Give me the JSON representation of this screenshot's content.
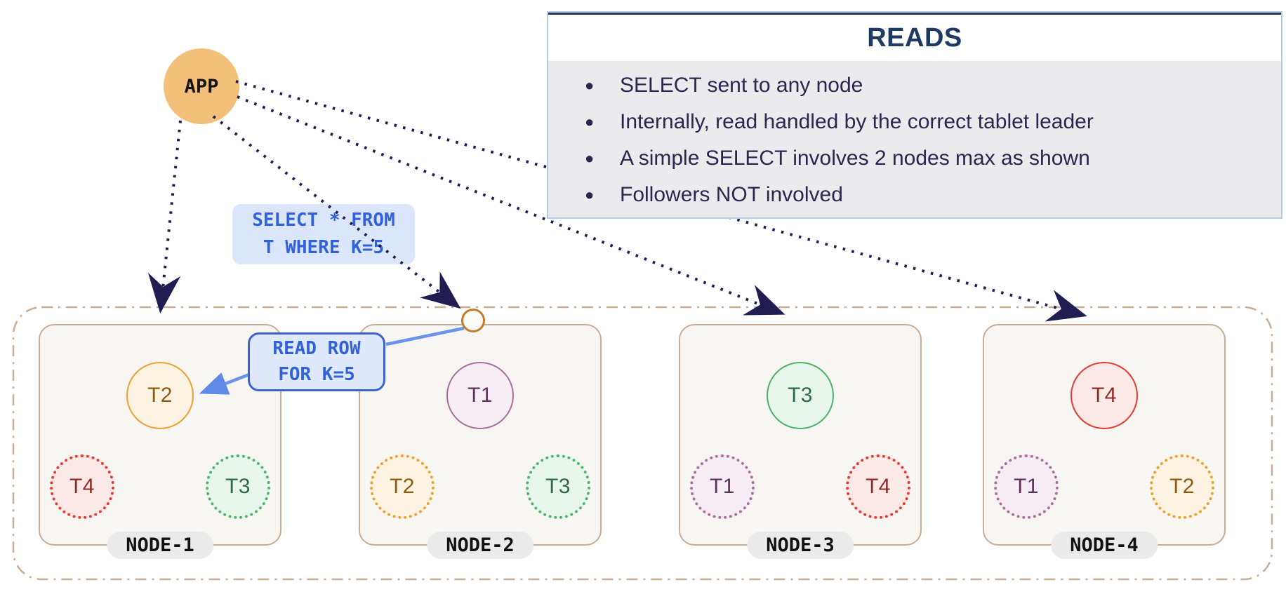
{
  "app": {
    "label": "APP"
  },
  "reads_panel": {
    "title": "READS",
    "bullets": [
      "SELECT sent to any node",
      "Internally, read handled by the correct tablet leader",
      "A simple SELECT involves 2 nodes max as shown",
      "Followers NOT involved"
    ]
  },
  "query_label": {
    "line1": "SELECT * FROM",
    "line2": "T WHERE K=5"
  },
  "read_row_label": {
    "line1": "READ ROW",
    "line2": "FOR K=5"
  },
  "nodes": [
    {
      "name": "NODE-1",
      "leader": "T2",
      "followers": [
        "T4",
        "T3"
      ]
    },
    {
      "name": "NODE-2",
      "leader": "T1",
      "followers": [
        "T2",
        "T3"
      ]
    },
    {
      "name": "NODE-3",
      "leader": "T3",
      "followers": [
        "T1",
        "T4"
      ]
    },
    {
      "name": "NODE-4",
      "leader": "T4",
      "followers": [
        "T1",
        "T2"
      ]
    }
  ],
  "colors": {
    "app_fill": "#F2C078",
    "arrow_dotted": "#211D52",
    "arrow_blue": "#6B93EA",
    "query_text": "#3162D9",
    "query_bg": "#DBE6FA",
    "callout_border": "#3A63CF",
    "panel_border": "#B5CBE1",
    "panel_title": "#1F3A60",
    "panel_body_bg": "#EBEBEE",
    "panel_text": "#292650",
    "cluster_border": "#C9AD94",
    "node_border": "#C8AD94",
    "node_fill": "#F8F6F2",
    "tablet_orange": "#EDA032",
    "tablet_red": "#E43B31",
    "tablet_green": "#4CB467",
    "tablet_purple": "#AB6E9C"
  }
}
